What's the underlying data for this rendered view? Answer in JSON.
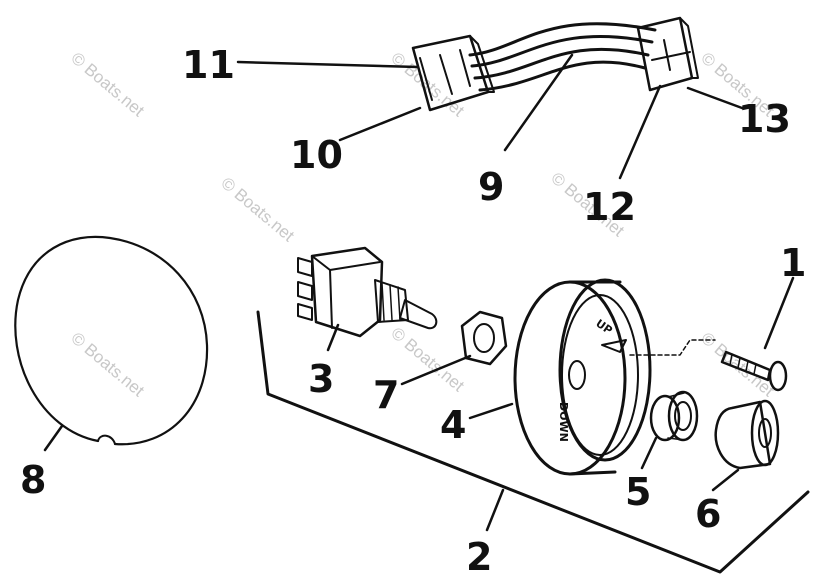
{
  "colors": {
    "ink": "#111111",
    "watermark": "#c8c8c8",
    "background": "#ffffff"
  },
  "callouts": {
    "c1": "1",
    "c2": "2",
    "c3": "3",
    "c4": "4",
    "c5": "5",
    "c6": "6",
    "c7": "7",
    "c8": "8",
    "c9": "9",
    "c10": "10",
    "c11": "11",
    "c12": "12",
    "c13": "13"
  },
  "dial_text": {
    "down": "DOWN",
    "up": "UP"
  },
  "watermarks": {
    "w1": "© Boats.net",
    "w2": "© Boats.net",
    "w3": "© Boats.net",
    "w4": "© Boats.net",
    "w5": "© Boats.net",
    "w6": "© Boats.net",
    "w7": "© Boats.net",
    "w8": "© Boats.net"
  }
}
